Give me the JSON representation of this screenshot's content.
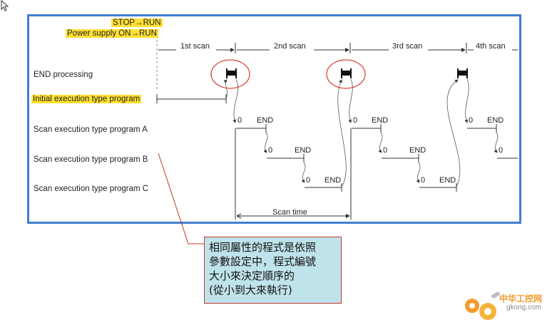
{
  "diagram": {
    "stop_run": "STOP→RUN",
    "power_on": "Power supply ON→RUN",
    "rows": {
      "end_processing": "END processing",
      "initial_program": "Initial execution type program",
      "program_a": "Scan execution type program A",
      "program_b": "Scan execution type program B",
      "program_c": "Scan execution type program C"
    },
    "scans": [
      "1st scan",
      "2nd scan",
      "3rd scan",
      "4th scan"
    ],
    "step_start": "0",
    "step_end": "END",
    "scan_time": "Scan time",
    "highlight_color": "#ffe033",
    "frame_color": "#3f7fd0",
    "circle_color": "#d9453a"
  },
  "note": {
    "lines": [
      "相同屬性的程式是依照",
      "參數設定中，程式編號",
      "大小來決定順序的",
      "(從小到大來執行)"
    ],
    "background": "#bfe3ea"
  },
  "watermark": {
    "name": "中华工控网",
    "url": "gkong.com"
  }
}
